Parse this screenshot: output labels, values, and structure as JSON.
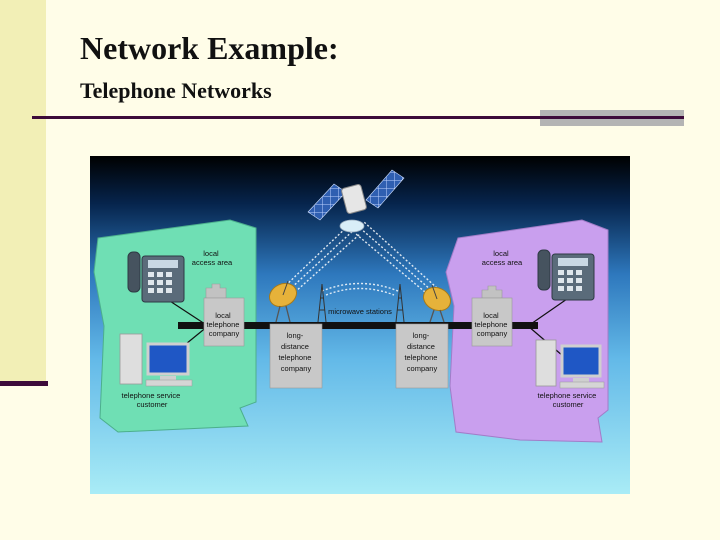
{
  "slide": {
    "title": "Network Example:",
    "subtitle": "Telephone Networks"
  },
  "colors": {
    "background": "#fffde8",
    "left_bar": "#f2efb6",
    "rule": "#3d0b3a",
    "rule_accent": "#b4b4b4",
    "left_area": "#6fdfb4",
    "right_area": "#c99fee",
    "sky_top": "#000000",
    "sky_bottom": "#8fe0f4"
  },
  "diagram": {
    "left_area_label": [
      "local",
      "access area"
    ],
    "right_area_label": [
      "local",
      "access area"
    ],
    "left_company_label": [
      "local",
      "telephone",
      "company"
    ],
    "right_company_label": [
      "local",
      "telephone",
      "company"
    ],
    "left_longdistance_label": [
      "long-",
      "distance",
      "telephone",
      "company"
    ],
    "right_longdistance_label": [
      "long-",
      "distance",
      "telephone",
      "company"
    ],
    "left_customer_label": [
      "telephone service",
      "customer"
    ],
    "right_customer_label": [
      "telephone service",
      "customer"
    ],
    "microwave_label": "microwave stations",
    "icons": [
      "satellite-icon",
      "telephone-icon",
      "computer-icon",
      "building-icon",
      "dish-antenna-icon",
      "microwave-tower-icon"
    ]
  }
}
